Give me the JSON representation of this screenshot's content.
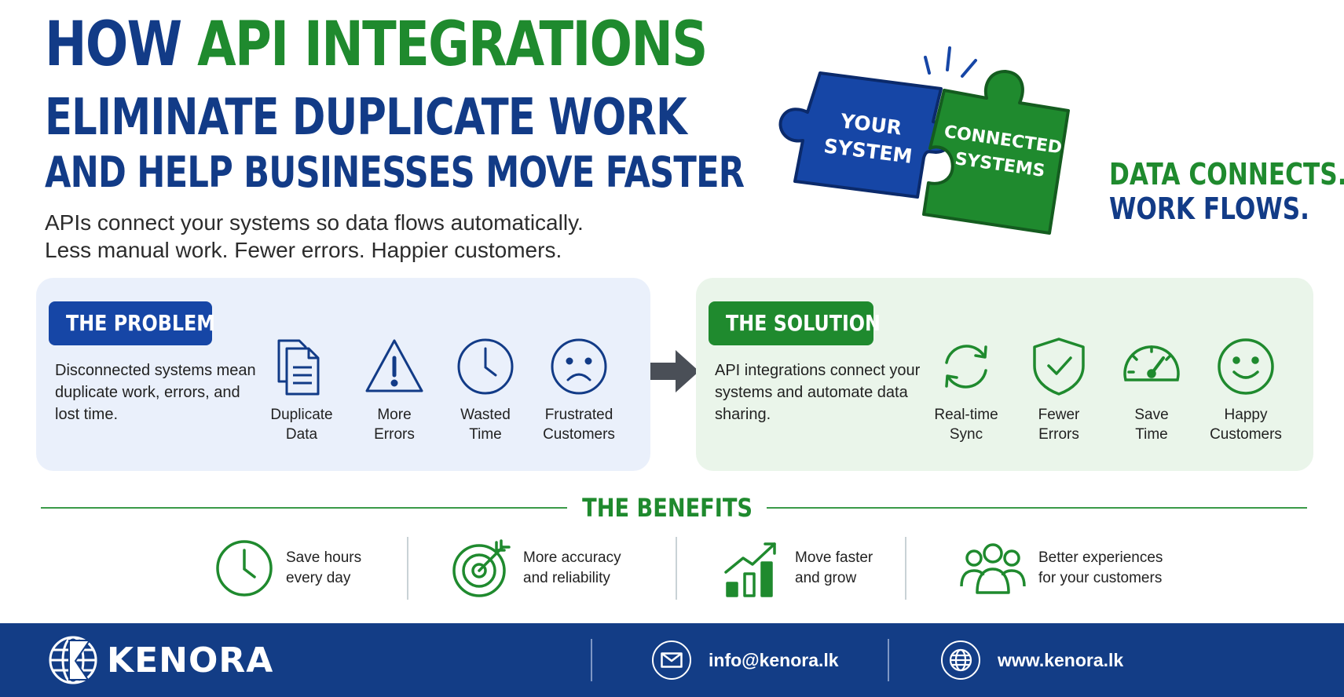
{
  "header": {
    "title_part1": "HOW",
    "title_part2": "API INTEGRATIONS",
    "title_line2": "ELIMINATE DUPLICATE WORK",
    "title_line3": "AND HELP BUSINESSES MOVE FASTER",
    "subtitle_line1": "APIs connect your systems so data flows automatically.",
    "subtitle_line2": "Less manual work. Fewer errors. Happier customers."
  },
  "hero": {
    "puzzle_left_line1": "YOUR",
    "puzzle_left_line2": "SYSTEM",
    "puzzle_right_line1": "CONNECTED",
    "puzzle_right_line2": "SYSTEMS",
    "tagline_line1": "DATA CONNECTS.",
    "tagline_line2": "WORK FLOWS."
  },
  "problem": {
    "badge": "THE PROBLEM",
    "description": "Disconnected systems mean duplicate work, errors, and lost time.",
    "items": [
      {
        "icon": "document-icon",
        "line1": "Duplicate",
        "line2": "Data"
      },
      {
        "icon": "warning-icon",
        "line1": "More",
        "line2": "Errors"
      },
      {
        "icon": "clock-icon",
        "line1": "Wasted",
        "line2": "Time"
      },
      {
        "icon": "sad-face-icon",
        "line1": "Frustrated",
        "line2": "Customers"
      }
    ]
  },
  "solution": {
    "badge": "THE SOLUTION",
    "description": "API integrations connect your systems and automate data sharing.",
    "items": [
      {
        "icon": "sync-icon",
        "line1": "Real-time",
        "line2": "Sync"
      },
      {
        "icon": "shield-check-icon",
        "line1": "Fewer",
        "line2": "Errors"
      },
      {
        "icon": "speedometer-icon",
        "line1": "Save",
        "line2": "Time"
      },
      {
        "icon": "happy-face-icon",
        "line1": "Happy",
        "line2": "Customers"
      }
    ]
  },
  "benefits": {
    "title": "THE BENEFITS",
    "items": [
      {
        "icon": "clock-icon",
        "line1": "Save hours",
        "line2": "every day"
      },
      {
        "icon": "target-icon",
        "line1": "More accuracy",
        "line2": "and reliability"
      },
      {
        "icon": "growth-chart-icon",
        "line1": "Move faster",
        "line2": "and grow"
      },
      {
        "icon": "people-icon",
        "line1": "Better experiences",
        "line2": "for your customers"
      }
    ]
  },
  "footer": {
    "brand": "KENORA",
    "email": "info@kenora.lk",
    "website": "www.kenora.lk"
  },
  "colors": {
    "navy": "#123b87",
    "green": "#1f8a2e",
    "blue": "#1646a6",
    "footer": "#133d86"
  }
}
